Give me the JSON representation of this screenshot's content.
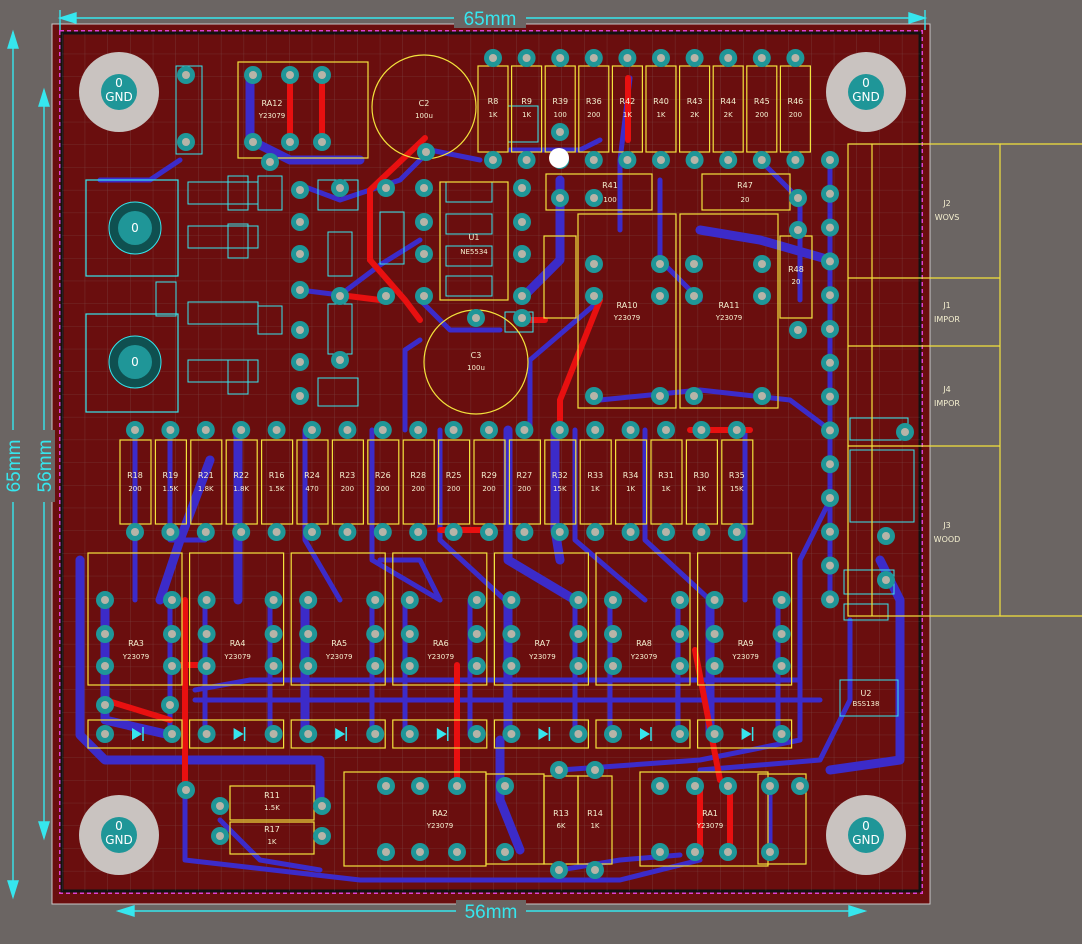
{
  "dimensions": {
    "top_width": "65mm",
    "bottom_width": "56mm",
    "outer_height": "65mm",
    "inner_height": "56mm"
  },
  "mounting_holes": [
    {
      "net": "0",
      "label": "GND"
    },
    {
      "net": "0",
      "label": "GND"
    },
    {
      "net": "0",
      "label": "GND"
    },
    {
      "net": "0",
      "label": "GND"
    }
  ],
  "bnc_connectors": [
    {
      "label": "0"
    },
    {
      "label": "0"
    }
  ],
  "top_resistors": [
    {
      "ref": "R8",
      "value": "1K"
    },
    {
      "ref": "R9",
      "value": "1K"
    },
    {
      "ref": "R39",
      "value": "100"
    },
    {
      "ref": "R36",
      "value": "200"
    },
    {
      "ref": "R42",
      "value": "1K"
    },
    {
      "ref": "R40",
      "value": "1K"
    },
    {
      "ref": "R43",
      "value": "2K"
    },
    {
      "ref": "R44",
      "value": "2K"
    },
    {
      "ref": "R45",
      "value": "200"
    },
    {
      "ref": "R46",
      "value": "200"
    }
  ],
  "middle_resistors": [
    {
      "ref": "R18",
      "value": "200"
    },
    {
      "ref": "R19",
      "value": "1.5K"
    },
    {
      "ref": "R21",
      "value": "1.8K"
    },
    {
      "ref": "R22",
      "value": "1.8K"
    },
    {
      "ref": "R16",
      "value": "1.5K"
    },
    {
      "ref": "R24",
      "value": "470"
    },
    {
      "ref": "R23",
      "value": "200"
    },
    {
      "ref": "R26",
      "value": "200"
    },
    {
      "ref": "R28",
      "value": "200"
    },
    {
      "ref": "R25",
      "value": "200"
    },
    {
      "ref": "R29",
      "value": "200"
    },
    {
      "ref": "R27",
      "value": "200"
    },
    {
      "ref": "R32",
      "value": "15K"
    },
    {
      "ref": "R33",
      "value": "1K"
    },
    {
      "ref": "R34",
      "value": "1K"
    },
    {
      "ref": "R31",
      "value": "1K"
    },
    {
      "ref": "R30",
      "value": "1K"
    },
    {
      "ref": "R35",
      "value": "15K"
    }
  ],
  "trimmers": [
    {
      "ref": "RA3",
      "value": "Y23079"
    },
    {
      "ref": "RA4",
      "value": "Y23079"
    },
    {
      "ref": "RA5",
      "value": "Y23079"
    },
    {
      "ref": "RA6",
      "value": "Y23079"
    },
    {
      "ref": "RA7",
      "value": "Y23079"
    },
    {
      "ref": "RA8",
      "value": "Y23079"
    },
    {
      "ref": "RA9",
      "value": "Y23079"
    }
  ],
  "other_parts": [
    {
      "ref": "RA12",
      "value": "Y23079"
    },
    {
      "ref": "RA10",
      "value": "Y23079"
    },
    {
      "ref": "RA11",
      "value": "Y23079"
    },
    {
      "ref": "RA2",
      "value": "Y23079"
    },
    {
      "ref": "RA1",
      "value": "Y23079"
    },
    {
      "ref": "C2",
      "value": "100u"
    },
    {
      "ref": "C3",
      "value": "100u"
    },
    {
      "ref": "R41",
      "value": "100"
    },
    {
      "ref": "R47",
      "value": "20"
    },
    {
      "ref": "R48",
      "value": "20"
    },
    {
      "ref": "R11",
      "value": "1.5K"
    },
    {
      "ref": "R17",
      "value": "1K"
    },
    {
      "ref": "R13",
      "value": "6K"
    },
    {
      "ref": "R14",
      "value": "1K"
    },
    {
      "ref": "U1",
      "value": "NE5534"
    },
    {
      "ref": "U2",
      "value": "BSS138"
    }
  ],
  "connectors": [
    {
      "ref": "J2",
      "value": "WOVS"
    },
    {
      "ref": "J1",
      "value": "IMPOR"
    },
    {
      "ref": "J4",
      "value": "IMPOR"
    },
    {
      "ref": "J3",
      "value": "WOOD"
    }
  ],
  "colors": {
    "background": "#6b6563",
    "board": "#6a0e0e",
    "bottom_copper": "#3c2bc9",
    "top_copper": "#e81010",
    "silkscreen": "#f3e23c",
    "pad": "#1f9698",
    "dimension": "#36e6ee",
    "keepout": "#e040d0"
  }
}
